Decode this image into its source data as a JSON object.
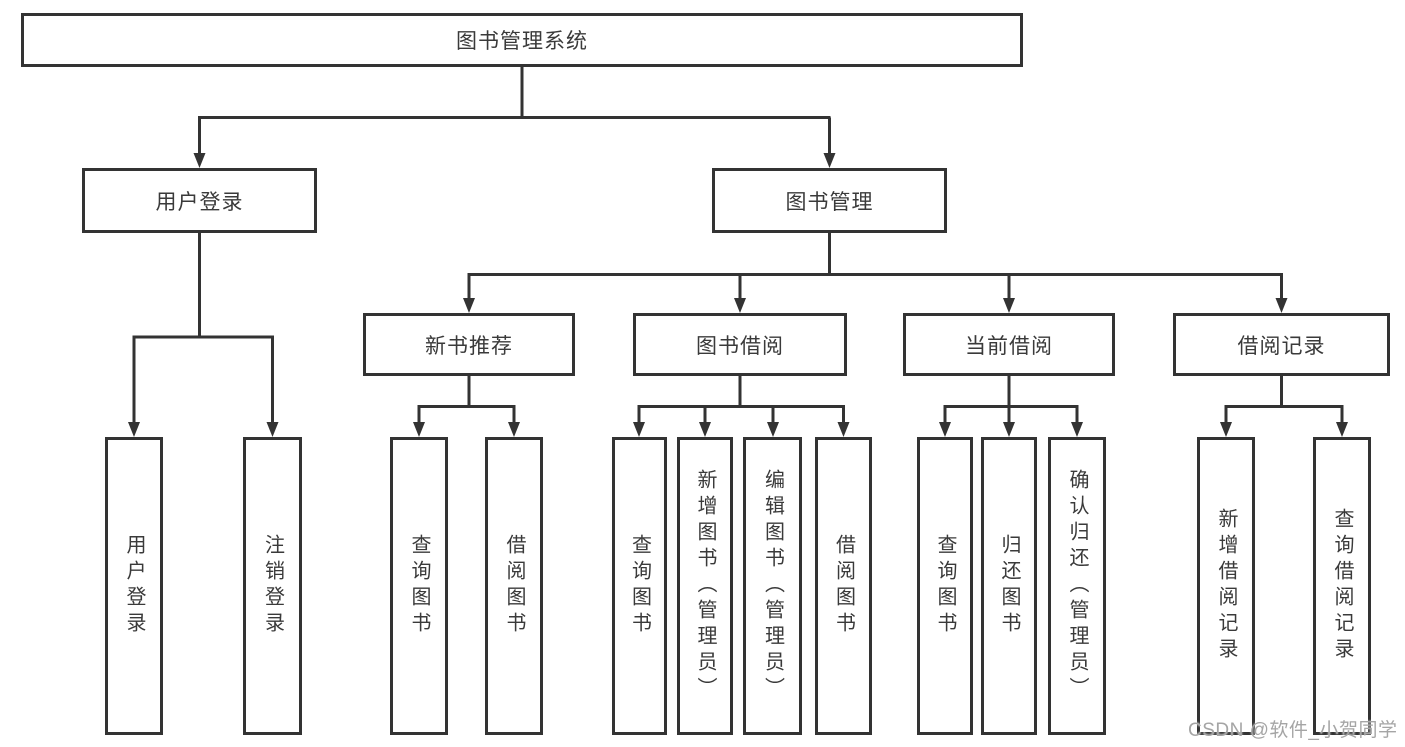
{
  "tree": {
    "label": "图书管理系统",
    "children": [
      {
        "label": "用户登录",
        "children": [
          {
            "label": "用户登录"
          },
          {
            "label": "注销登录"
          }
        ]
      },
      {
        "label": "图书管理",
        "children": [
          {
            "label": "新书推荐",
            "children": [
              {
                "label": "查询图书"
              },
              {
                "label": "借阅图书"
              }
            ]
          },
          {
            "label": "图书借阅",
            "children": [
              {
                "label": "查询图书"
              },
              {
                "label": "新增图书（管理员）"
              },
              {
                "label": "编辑图书（管理员）"
              },
              {
                "label": "借阅图书"
              }
            ]
          },
          {
            "label": "当前借阅",
            "children": [
              {
                "label": "查询图书"
              },
              {
                "label": "归还图书"
              },
              {
                "label": "确认归还（管理员）"
              }
            ]
          },
          {
            "label": "借阅记录",
            "children": [
              {
                "label": "新增借阅记录"
              },
              {
                "label": "查询借阅记录"
              }
            ]
          }
        ]
      }
    ]
  },
  "edges": [
    [
      "图书管理系统",
      "用户登录"
    ],
    [
      "图书管理系统",
      "图书管理"
    ],
    [
      "用户登录",
      "用户登录"
    ],
    [
      "用户登录",
      "注销登录"
    ],
    [
      "图书管理",
      "新书推荐"
    ],
    [
      "图书管理",
      "图书借阅"
    ],
    [
      "图书管理",
      "当前借阅"
    ],
    [
      "图书管理",
      "借阅记录"
    ],
    [
      "新书推荐",
      "查询图书"
    ],
    [
      "新书推荐",
      "借阅图书"
    ],
    [
      "图书借阅",
      "查询图书"
    ],
    [
      "图书借阅",
      "新增图书（管理员）"
    ],
    [
      "图书借阅",
      "编辑图书（管理员）"
    ],
    [
      "图书借阅",
      "借阅图书"
    ],
    [
      "当前借阅",
      "查询图书"
    ],
    [
      "当前借阅",
      "归还图书"
    ],
    [
      "当前借阅",
      "确认归还（管理员）"
    ],
    [
      "借阅记录",
      "新增借阅记录"
    ],
    [
      "借阅记录",
      "查询借阅记录"
    ]
  ],
  "watermark": {
    "text": "CSDN @软件_小贺同学"
  },
  "colors": {
    "line": "#333333",
    "box_border": "#333333",
    "text": "#3a3a3a",
    "watermark": "#a5a5a5",
    "background": "#ffffff"
  }
}
